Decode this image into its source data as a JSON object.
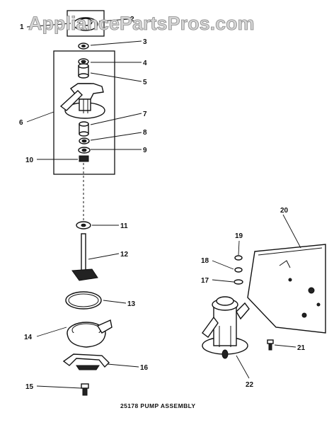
{
  "watermark": "AppliancePartsPros.com",
  "caption": "25178 PUMP ASSEMBLY",
  "callouts": [
    "1",
    "2",
    "3",
    "4",
    "5",
    "6",
    "7",
    "8",
    "9",
    "10",
    "11",
    "12",
    "13",
    "14",
    "15",
    "16",
    "17",
    "18",
    "19",
    "20",
    "21",
    "22"
  ]
}
